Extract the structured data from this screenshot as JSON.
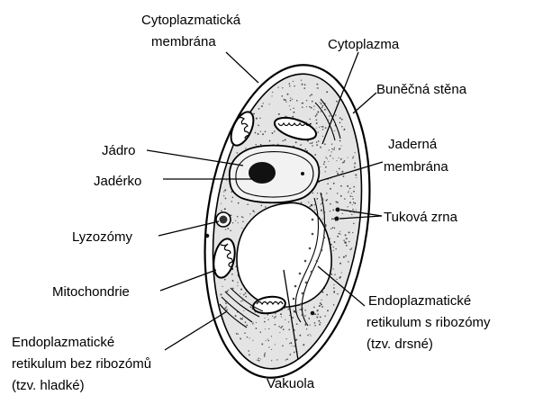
{
  "labels": {
    "cytoplasmic_membrane": [
      "Cytoplazmatická",
      "membrána"
    ],
    "cytoplasm": "Cytoplazma",
    "cell_wall": "Buněčná stěna",
    "nucleus": "Jádro",
    "nucleolus": "Jadérko",
    "nuclear_membrane": [
      "Jaderná",
      "membrána"
    ],
    "lysosomes": "Lyzozómy",
    "fat_granules": "Tuková zrna",
    "mitochondria": "Mitochondrie",
    "rough_er": [
      "Endoplazmatické",
      "retikulum s ribozómy",
      "(tzv. drsné)"
    ],
    "smooth_er": [
      "Endoplazmatické",
      "retikulum bez ribozómů",
      "(tzv. hladké)"
    ],
    "vacuole": "Vakuola"
  },
  "colors": {
    "ink": "#000000",
    "cytoplasm_fill": "#e4e4e4",
    "background": "#ffffff"
  }
}
